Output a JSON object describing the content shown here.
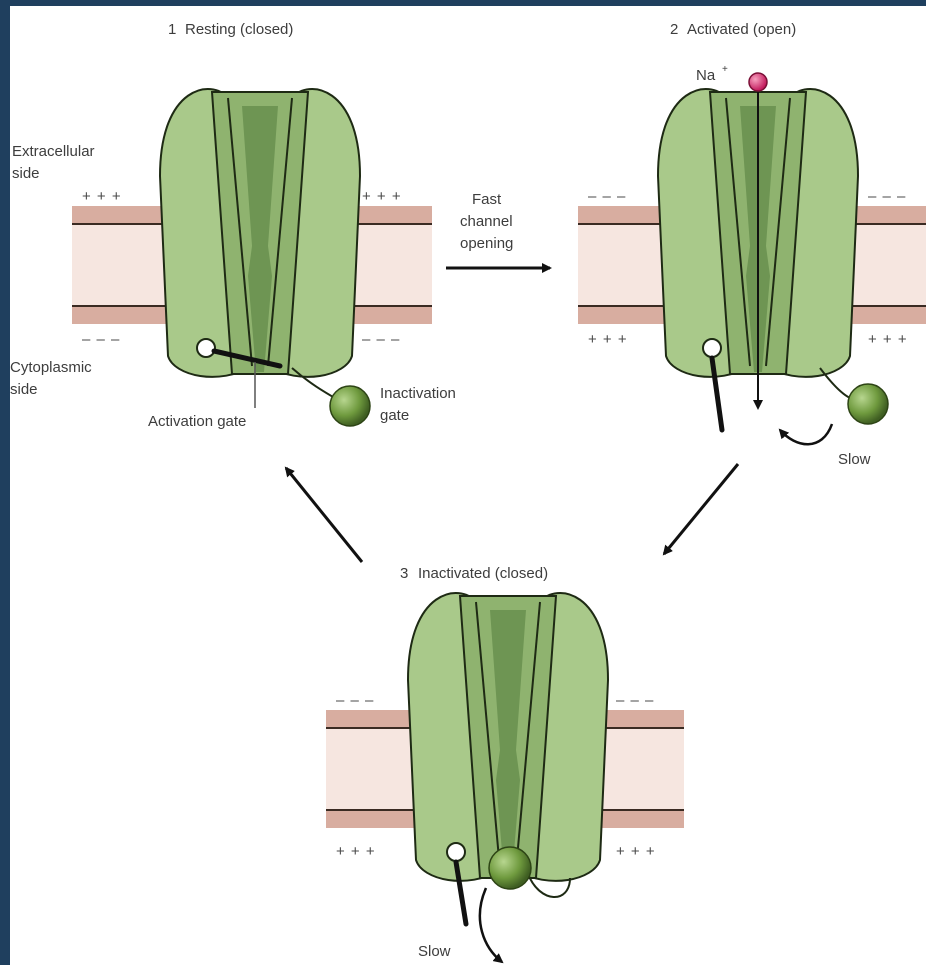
{
  "states": [
    {
      "number": "1",
      "title": "Resting (closed)",
      "top_charges": "+ + +",
      "bottom_charges": "– – –"
    },
    {
      "number": "2",
      "title": "Activated (open)",
      "top_charges": "– – –",
      "bottom_charges": "+ + +"
    },
    {
      "number": "3",
      "title": "Inactivated (closed)",
      "top_charges": "– – –",
      "bottom_charges": "+ + +"
    }
  ],
  "labels": {
    "extracellular_line1": "Extracellular",
    "extracellular_line2": "side",
    "cytoplasmic_line1": "Cytoplasmic",
    "cytoplasmic_line2": "side",
    "activation_gate": "Activation gate",
    "inactivation_gate_line1": "Inactivation",
    "inactivation_gate_line2": "gate",
    "ion": "Na",
    "ion_charge": "+"
  },
  "transitions": {
    "fast_line1": "Fast",
    "fast_line2": "channel",
    "fast_line3": "opening",
    "slow_state2": "Slow",
    "slow_state3": "Slow"
  },
  "colors": {
    "protein_light": "#a9c98a",
    "protein_dark": "#8fb36f",
    "pore": "#6e9553",
    "membrane_band": "#d8ada0",
    "membrane_core": "#f6e6e0",
    "ion": "#d6336c",
    "gate_ball": "#6f9a3e",
    "background_border": "#1f3f5e"
  }
}
